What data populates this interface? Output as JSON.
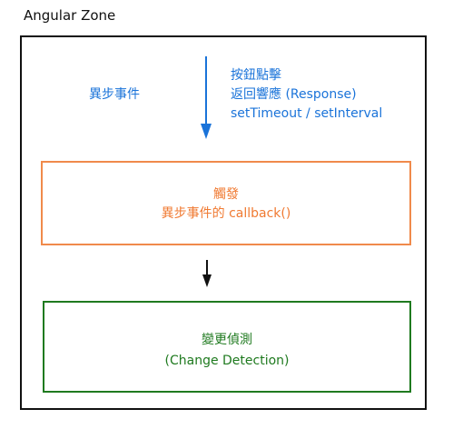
{
  "zone": {
    "title": "Angular Zone"
  },
  "async_events": {
    "label": "異步事件",
    "items": [
      "按鈕點擊",
      "返回響應 (Response)",
      "setTimeout / setInterval"
    ]
  },
  "trigger": {
    "line1": "觸發",
    "line2": "異步事件的 callback()"
  },
  "change_detection": {
    "line1": "變更偵測",
    "line2": "(Change Detection)"
  },
  "colors": {
    "blue": "#1a73d9",
    "orange": "#f08a4b",
    "green": "#1f7a1f",
    "black": "#111111"
  }
}
